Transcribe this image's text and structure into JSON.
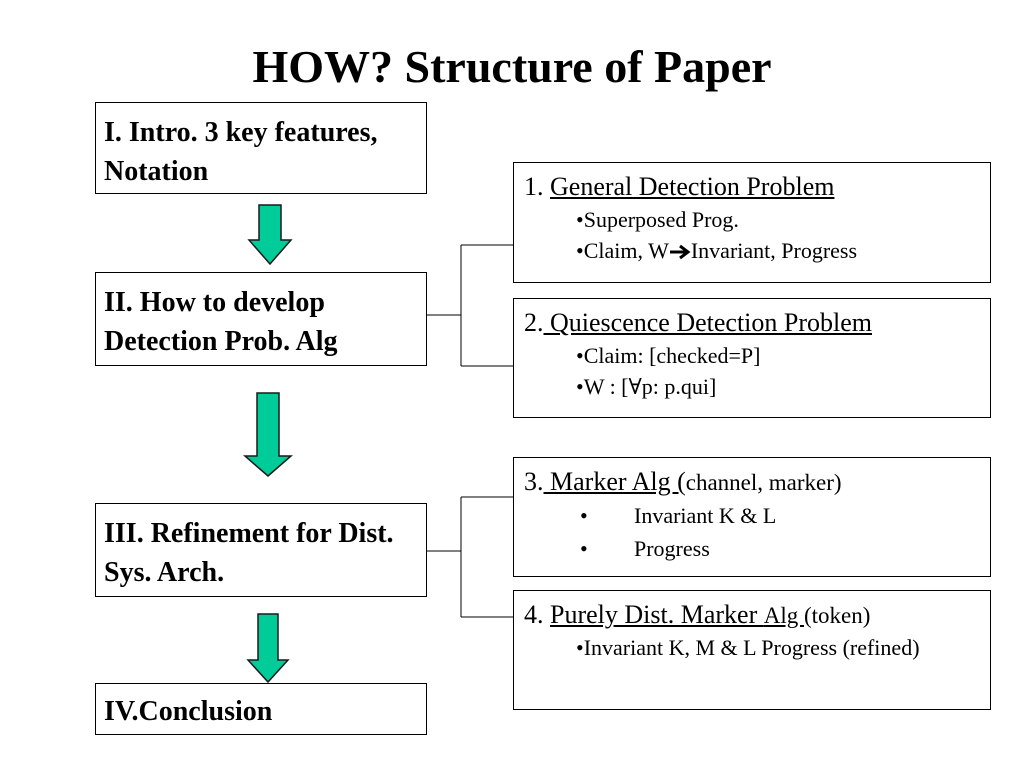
{
  "title": "HOW? Structure of Paper",
  "steps": [
    {
      "label": "I. Intro. 3 key features, Notation"
    },
    {
      "label": "II. How to develop Detection Prob. Alg"
    },
    {
      "label": "III. Refinement for Dist. Sys. Arch."
    },
    {
      "label": "IV.Conclusion"
    }
  ],
  "details": [
    {
      "num": "1. ",
      "heading": "General Detection Problem",
      "bullets": [
        "•Superposed Prog.",
        "•Claim, W",
        "Invariant, Progress"
      ]
    },
    {
      "num": "2.",
      "heading": " Quiescence Detection Problem",
      "bullets": [
        "•Claim: [checked=P]",
        "•W : [",
        "p: p.qui]"
      ]
    },
    {
      "num": "3.",
      "heading": " Marker Alg (",
      "paren": "channel, marker)",
      "bullets": [
        "•",
        "Invariant K & L",
        "•",
        "Progress"
      ]
    },
    {
      "num": "4. ",
      "heading": "Purely Dist. Marker ",
      "heading_small": "Alg ",
      "paren": "(token)",
      "bullets": [
        "•Invariant K, M & L Progress (refined)"
      ]
    }
  ],
  "colors": {
    "arrow_fill": "#00cc99",
    "arrow_stroke": "#1a1a1a",
    "line": "#000000"
  },
  "icons": {
    "implies": "right-arrow-icon",
    "forall": "forall-symbol"
  }
}
